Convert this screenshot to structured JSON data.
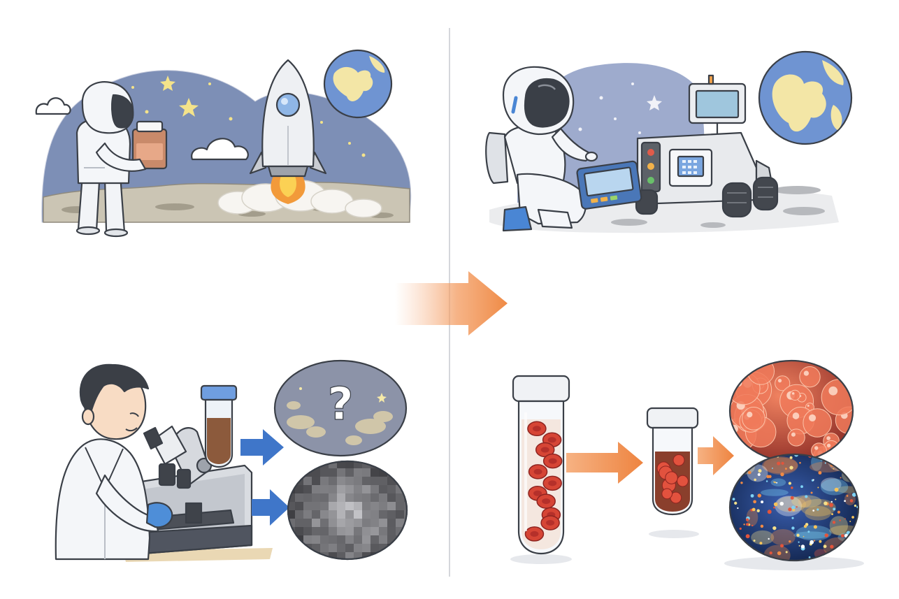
{
  "diagram": {
    "panels": [
      {
        "id": "earth-return",
        "quadrant": "top-left",
        "text_labels": []
      },
      {
        "id": "lunar-analysis",
        "quadrant": "top-right",
        "text_labels": []
      },
      {
        "id": "unclear-lab-analysis",
        "quadrant": "bottom-left",
        "text_labels": [],
        "glyph": "?"
      },
      {
        "id": "clear-sample-result",
        "quadrant": "bottom-right",
        "text_labels": []
      }
    ],
    "colors": {
      "sky": "#7d8fb6",
      "regolith": "#c9c3b3",
      "arrow_blue": "#3f76c9",
      "arrow_orange": "#f08a45",
      "earth_ocean": "#6f94d2",
      "earth_land": "#f3e6a6",
      "blood_red": "#d64535"
    },
    "icons": [
      "astronaut-icon",
      "rocket-icon",
      "earth-icon",
      "rover-icon",
      "scientist-icon",
      "microscope-icon",
      "test-tube-icon",
      "cloud-icon",
      "star-icon"
    ]
  }
}
